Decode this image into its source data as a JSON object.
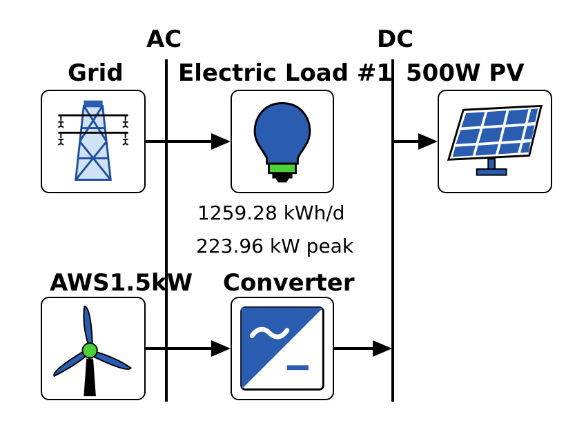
{
  "buses": {
    "ac_label": "AC",
    "dc_label": "DC"
  },
  "components": {
    "grid": {
      "label": "Grid",
      "icon": "transmission-tower-icon"
    },
    "load": {
      "label": "Electric Load #1",
      "icon": "light-bulb-icon"
    },
    "pv": {
      "label": "500W PV",
      "icon": "solar-panel-icon"
    },
    "wind": {
      "label": "AWS1.5kW",
      "icon": "wind-turbine-icon"
    },
    "converter": {
      "label": "Converter",
      "icon": "ac-dc-converter-icon"
    }
  },
  "load_stats": {
    "energy": "1259.28 kWh/d",
    "peak": "223.96 kW peak"
  },
  "colors": {
    "blue": "#2a5db0",
    "light_blue": "#cfe3f5",
    "green": "#4fcf3a",
    "line": "#000000"
  }
}
